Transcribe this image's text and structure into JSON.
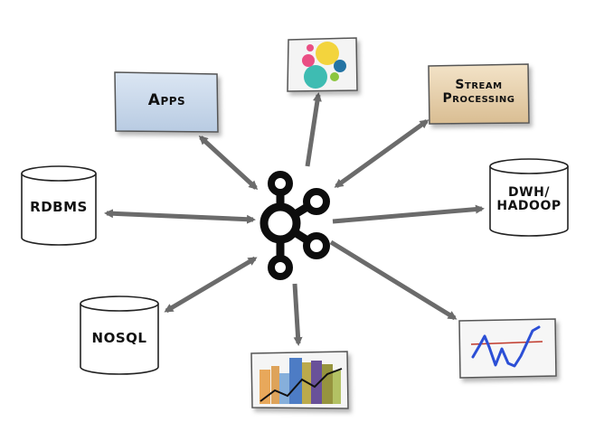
{
  "hub": {
    "icon": "kafka-logo-icon"
  },
  "nodes": {
    "apps": {
      "label": "Apps"
    },
    "elastic": {
      "icon": "elastic-logo-icon"
    },
    "stream": {
      "label_line1": "Stream",
      "label_line2": "Processing"
    },
    "rdbms": {
      "label": "RDBMS"
    },
    "dwh": {
      "label_line1": "DWH/",
      "label_line2": "HADOOP"
    },
    "nosql": {
      "label": "NOSQL"
    },
    "dashboard": {
      "icon": "bar-chart-thumbnail-icon"
    },
    "linechart": {
      "icon": "line-chart-thumbnail-icon"
    }
  },
  "colors": {
    "arrow": "#6b6b6b",
    "apps_fill": "#c9d8ea",
    "stream_fill": "#e6d2b2",
    "box_fill": "#f6f6f6",
    "outline": "#444444",
    "line_blue": "#2c4fd6",
    "line_red": "#c0392b"
  }
}
